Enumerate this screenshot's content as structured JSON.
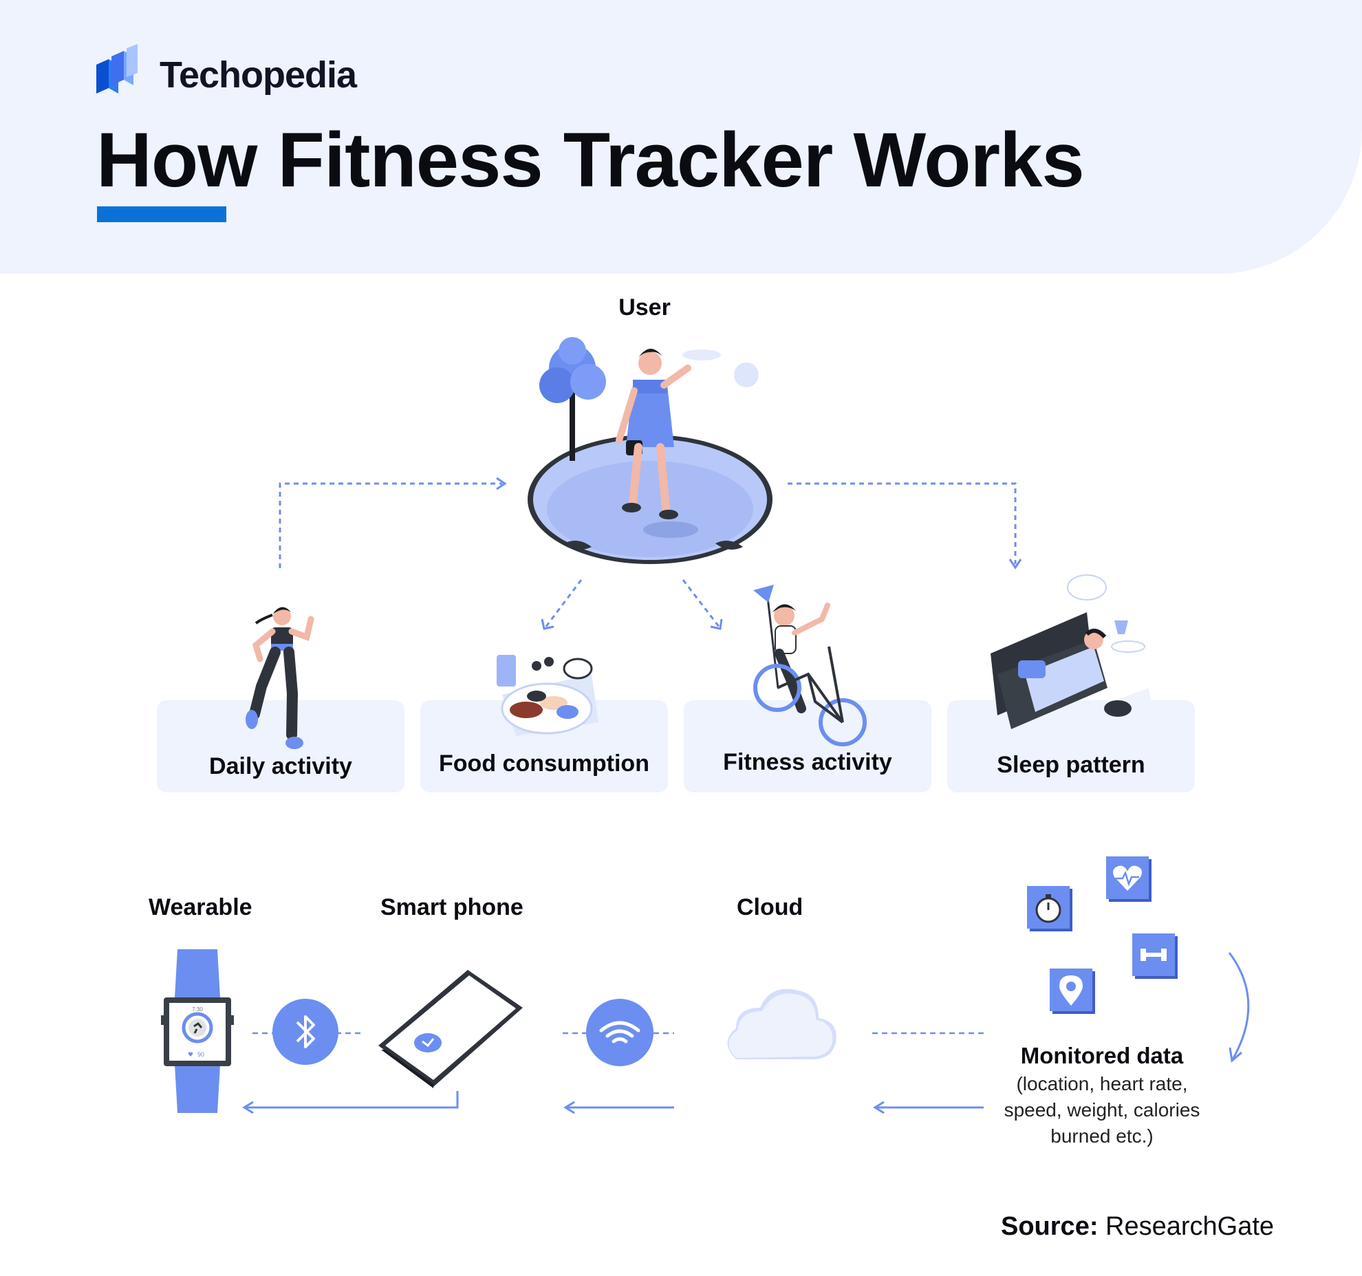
{
  "brand": {
    "name": "Techopedia",
    "logo_icon": "techopedia-logo-icon"
  },
  "title": "How Fitness Tracker Works",
  "user": {
    "label": "User"
  },
  "inputs": [
    {
      "label": "Daily activity",
      "icon": "running-woman-illustration"
    },
    {
      "label": "Food consumption",
      "icon": "breakfast-illustration"
    },
    {
      "label": "Fitness activity",
      "icon": "cyclist-illustration"
    },
    {
      "label": "Sleep pattern",
      "icon": "sleeping-on-sofa-illustration"
    }
  ],
  "flow": {
    "wearable": "Wearable",
    "smartphone": "Smart phone",
    "cloud": "Cloud",
    "watch_time": "7:30",
    "watch_hr": "90",
    "monitored_title": "Monitored data",
    "monitored_line1": "(location, heart rate,",
    "monitored_line2": "speed, weight, calories",
    "monitored_line3": "burned etc.)"
  },
  "source": {
    "prefix": "Source:",
    "name": "ResearchGate"
  },
  "colors": {
    "accent_blue": "#0a72d6",
    "illustration_blue": "#6b8ef0",
    "header_bg": "#eef3fd",
    "dark": "#2b3038"
  }
}
